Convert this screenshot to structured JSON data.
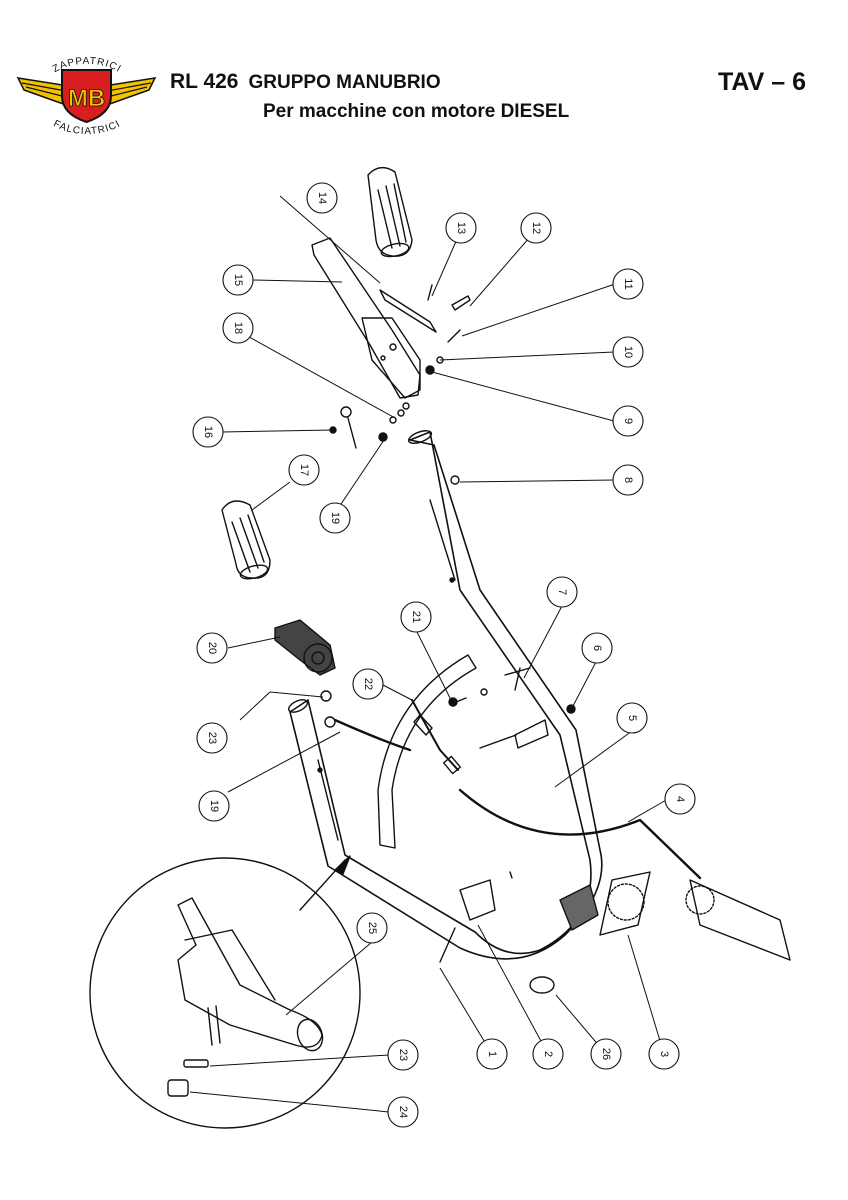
{
  "header": {
    "logo": {
      "top_text": "ZAPPATRICI",
      "center_text": "MB",
      "bottom_text": "FALCIATRICI"
    },
    "model": "RL 426",
    "group": "GRUPPO MANUBRIO",
    "subtitle": "Per macchine con motore DIESEL",
    "table": "TAV – 6"
  },
  "callouts": [
    {
      "id": "c1",
      "label": "1"
    },
    {
      "id": "c2",
      "label": "2"
    },
    {
      "id": "c3",
      "label": "3"
    },
    {
      "id": "c4",
      "label": "4"
    },
    {
      "id": "c5",
      "label": "5"
    },
    {
      "id": "c6",
      "label": "6"
    },
    {
      "id": "c7",
      "label": "7"
    },
    {
      "id": "c8",
      "label": "8"
    },
    {
      "id": "c9",
      "label": "9"
    },
    {
      "id": "c10",
      "label": "10"
    },
    {
      "id": "c11",
      "label": "11"
    },
    {
      "id": "c12",
      "label": "12"
    },
    {
      "id": "c13",
      "label": "13"
    },
    {
      "id": "c14",
      "label": "14"
    },
    {
      "id": "c15",
      "label": "15"
    },
    {
      "id": "c16",
      "label": "16"
    },
    {
      "id": "c17",
      "label": "17"
    },
    {
      "id": "c18",
      "label": "18"
    },
    {
      "id": "c19a",
      "label": "19"
    },
    {
      "id": "c19b",
      "label": "19"
    },
    {
      "id": "c20",
      "label": "20"
    },
    {
      "id": "c21",
      "label": "21"
    },
    {
      "id": "c22",
      "label": "22"
    },
    {
      "id": "c23a",
      "label": "23"
    },
    {
      "id": "c23b",
      "label": "23"
    },
    {
      "id": "c24",
      "label": "24"
    },
    {
      "id": "c25",
      "label": "25"
    },
    {
      "id": "c26",
      "label": "26"
    }
  ],
  "colors": {
    "ink": "#111111",
    "logo_yellow": "#f2c200",
    "logo_red": "#d81e1e"
  }
}
